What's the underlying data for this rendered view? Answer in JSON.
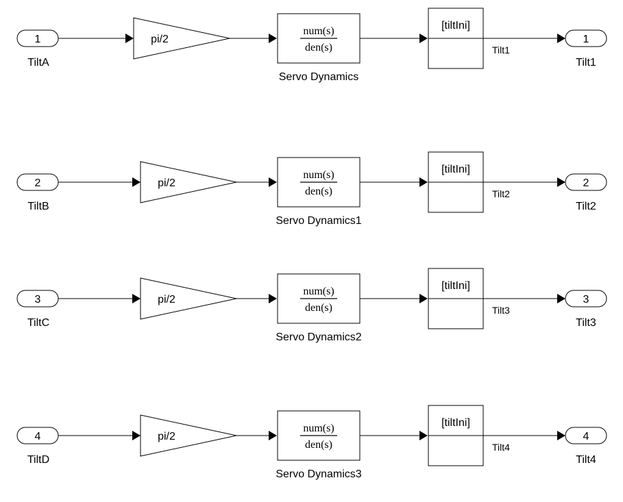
{
  "rows": [
    {
      "inport": {
        "number": "1",
        "name": "TiltA"
      },
      "gain": {
        "label": "pi/2"
      },
      "transfer": {
        "num": "num(s)",
        "den": "den(s)",
        "name": "Servo Dynamics"
      },
      "ic_block": {
        "label": "[tiltIni]"
      },
      "signal_label": "Tilt1",
      "outport": {
        "number": "1",
        "name": "Tilt1"
      }
    },
    {
      "inport": {
        "number": "2",
        "name": "TiltB"
      },
      "gain": {
        "label": "pi/2"
      },
      "transfer": {
        "num": "num(s)",
        "den": "den(s)",
        "name": "Servo Dynamics1"
      },
      "ic_block": {
        "label": "[tiltIni]"
      },
      "signal_label": "Tilt2",
      "outport": {
        "number": "2",
        "name": "Tilt2"
      }
    },
    {
      "inport": {
        "number": "3",
        "name": "TiltC"
      },
      "gain": {
        "label": "pi/2"
      },
      "transfer": {
        "num": "num(s)",
        "den": "den(s)",
        "name": "Servo Dynamics2"
      },
      "ic_block": {
        "label": "[tiltIni]"
      },
      "signal_label": "Tilt3",
      "outport": {
        "number": "3",
        "name": "Tilt3"
      }
    },
    {
      "inport": {
        "number": "4",
        "name": "TiltD"
      },
      "gain": {
        "label": "pi/2"
      },
      "transfer": {
        "num": "num(s)",
        "den": "den(s)",
        "name": "Servo Dynamics3"
      },
      "ic_block": {
        "label": "[tiltIni]"
      },
      "signal_label": "Tilt4",
      "outport": {
        "number": "4",
        "name": "Tilt4"
      }
    }
  ]
}
